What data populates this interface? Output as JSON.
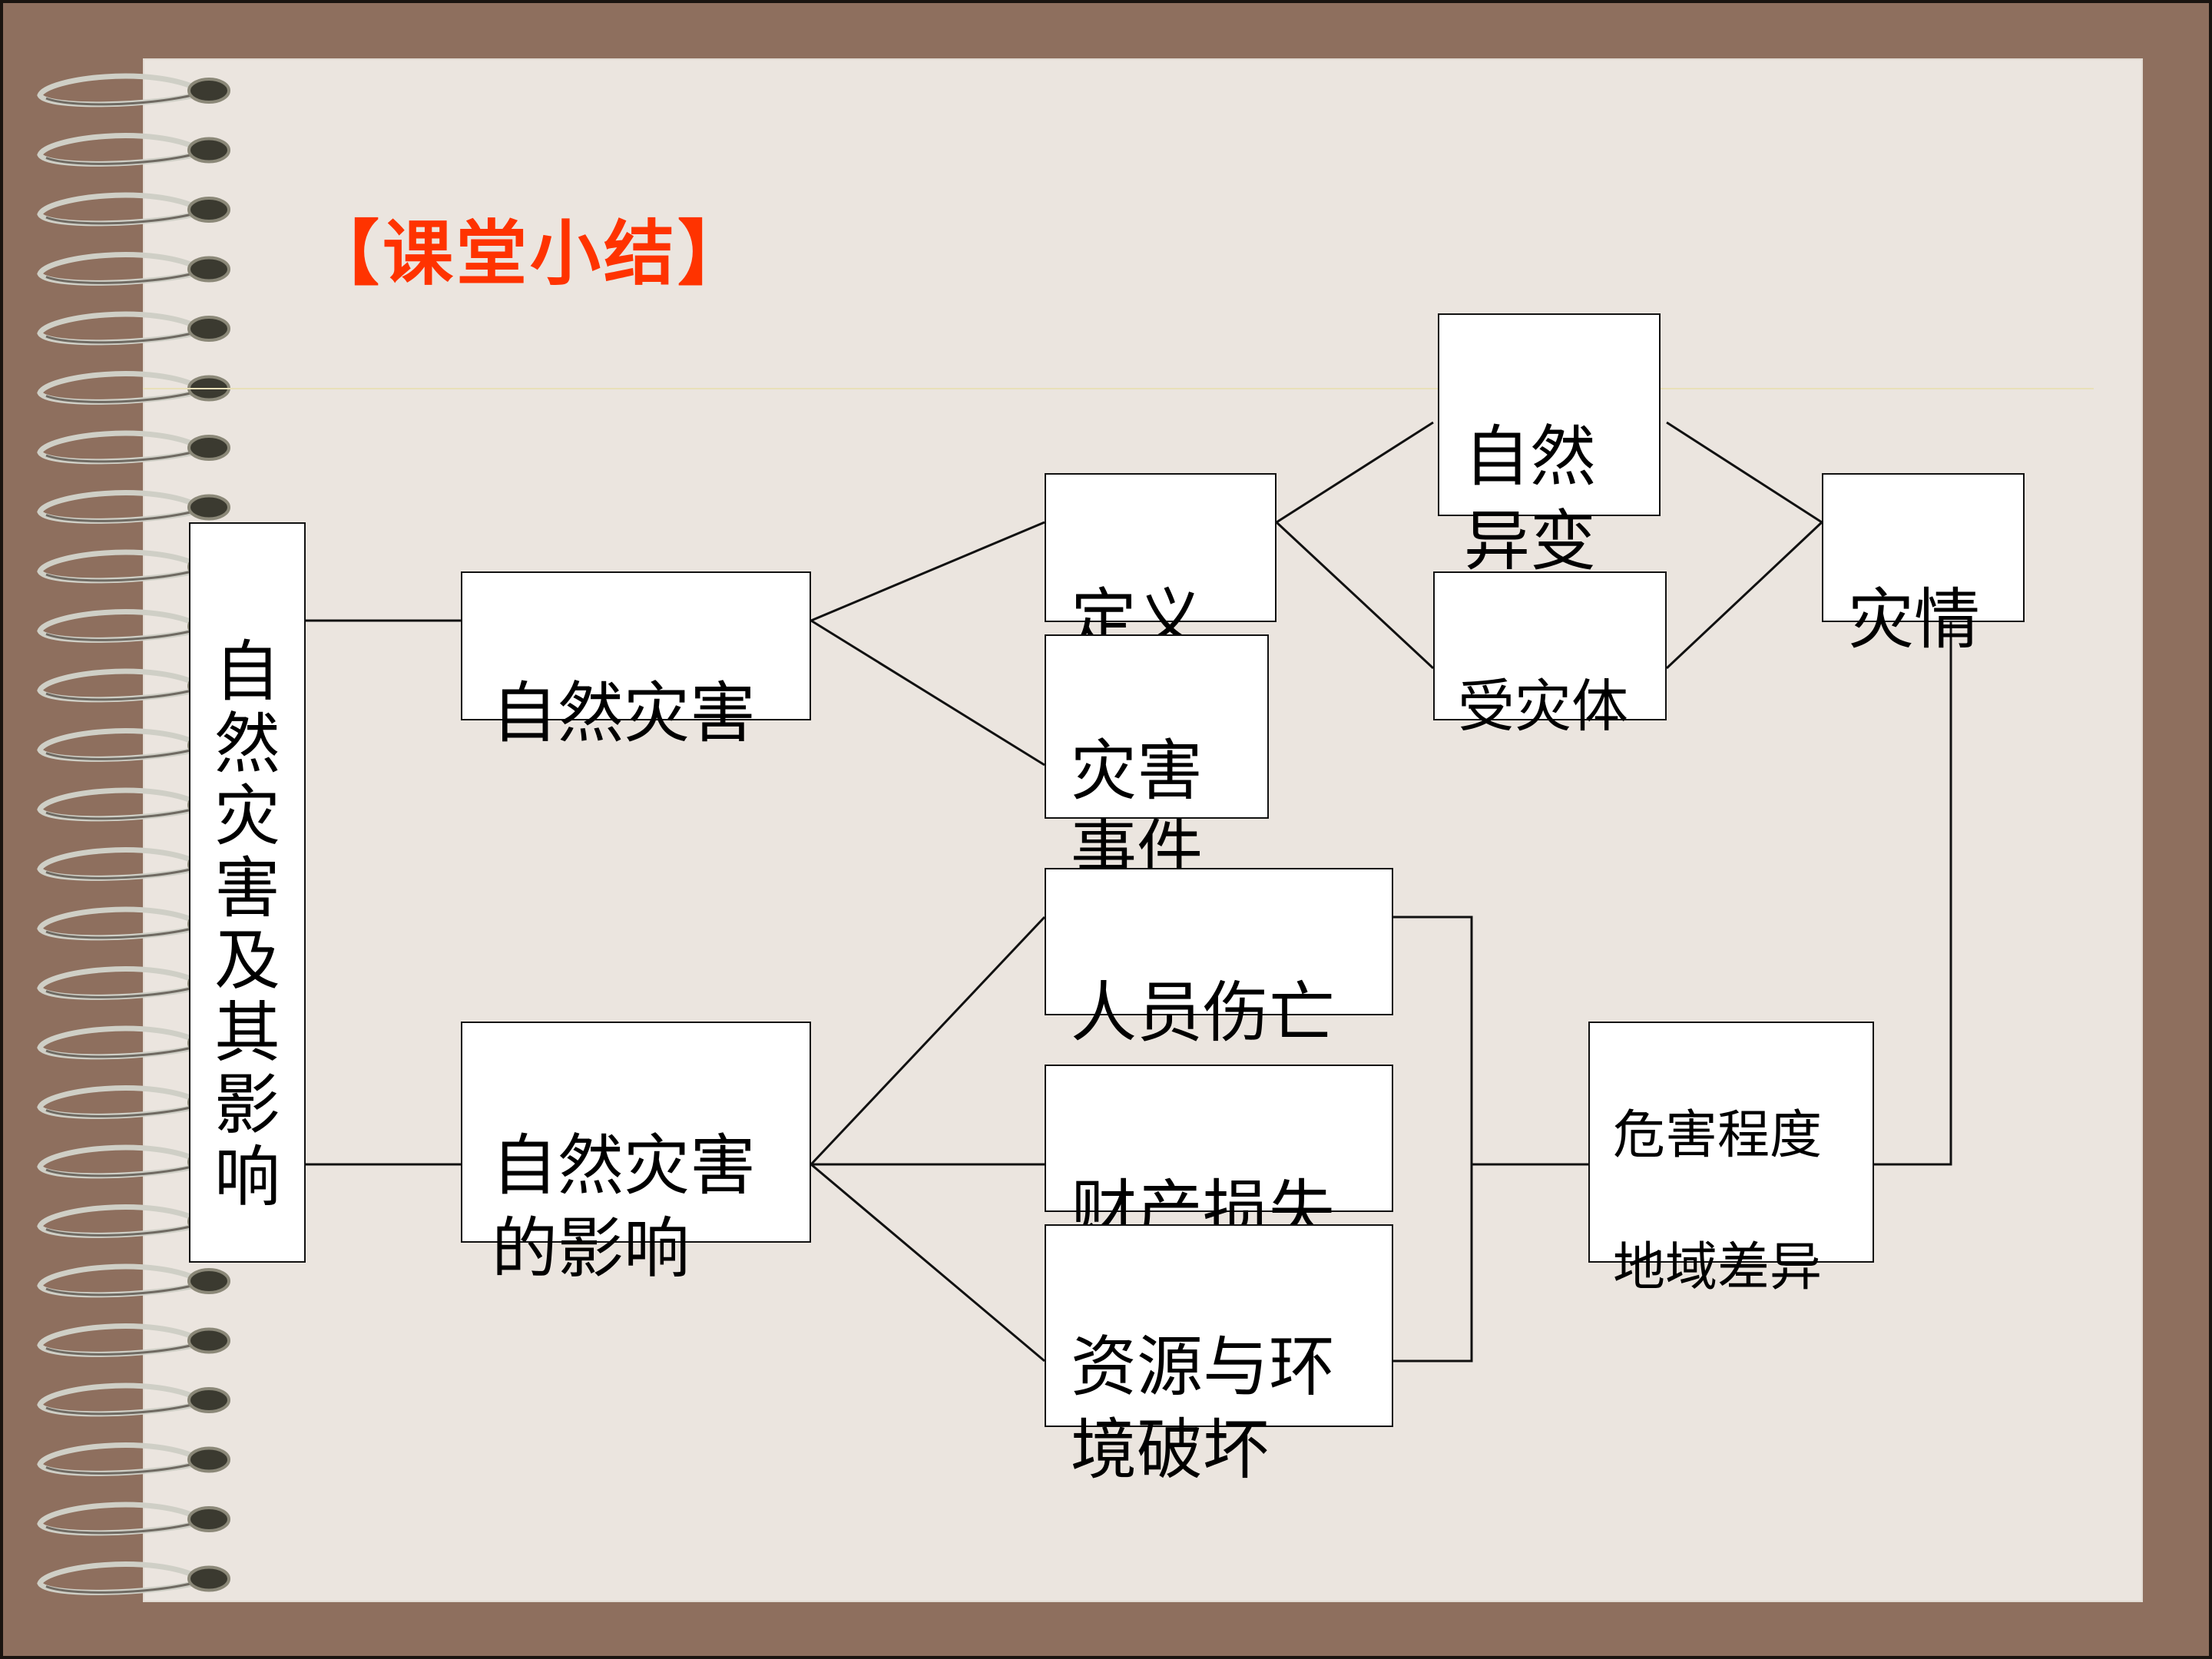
{
  "title": "【课堂小结】",
  "boxes": {
    "root": "自\n然\n灾\n害\n及\n其\n影\n响",
    "natural_disaster": "自然灾害",
    "disaster_impact": "自然灾害\n的影响",
    "definition": "定义",
    "disaster_event": "灾害\n事件",
    "natural_variation": "自然\n异变",
    "affected_body": "受灾体",
    "disaster_situation": "灾情",
    "casualties": "人员伤亡",
    "property_loss": "财产损失",
    "resource_damage": "资源与环\n境破坏",
    "severity_regional": "危害程度\n\n地域差异"
  },
  "colors": {
    "title": "#ff3300",
    "paper": "#ebe5df",
    "background": "#8e6f5e"
  }
}
